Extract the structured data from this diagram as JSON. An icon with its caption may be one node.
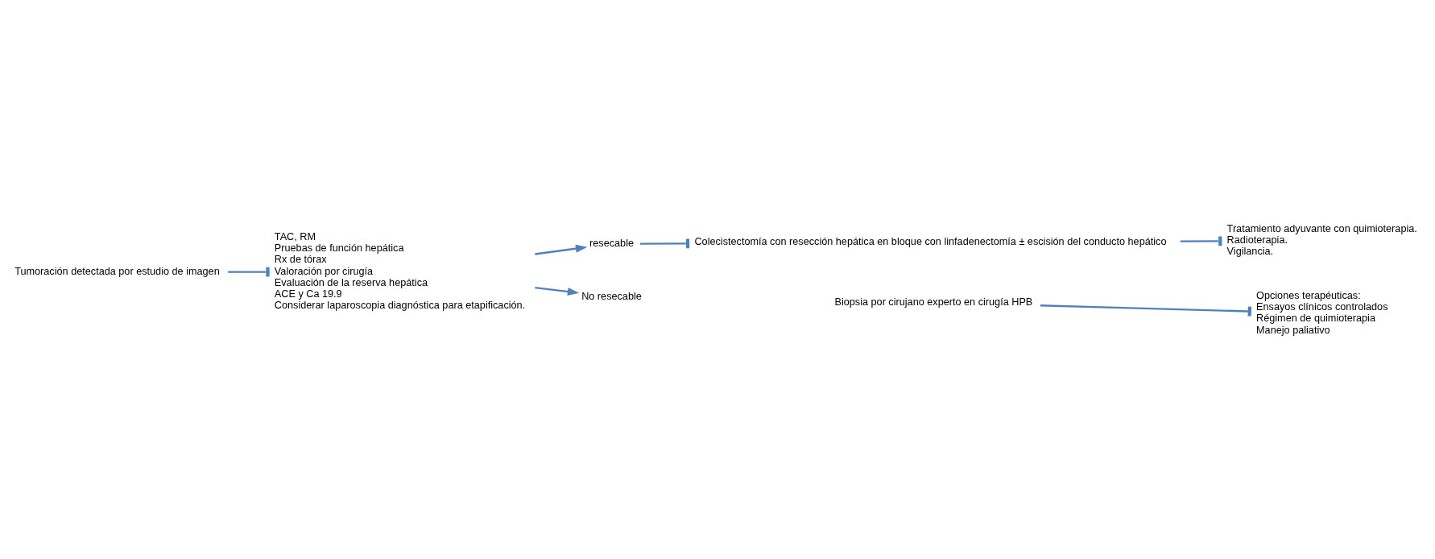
{
  "diagram": {
    "nodes": [
      {
        "text": [
          "Tumoración detectada por estudio de imagen"
        ]
      },
      {
        "text": [
          "TAC, RM",
          "Pruebas de función hepática",
          "Rx de tórax",
          "Valoración por cirugía",
          "Evaluación de la reserva hepática",
          "ACE y Ca 19.9",
          "Considerar laparoscopia diagnóstica para etapificación."
        ]
      },
      {
        "text": [
          "resecable"
        ]
      },
      {
        "text": [
          "Colecistectomía con resección hepática en bloque con linfadenectomía ± escisión del conducto hepático"
        ]
      },
      {
        "text": [
          "Tratamiento adyuvante con quimioterapia.",
          "Radioterapia.",
          "Vigilancia."
        ]
      },
      {
        "text": [
          "No resecable"
        ]
      },
      {
        "text": [
          "Biopsia por cirujano experto en cirugía HPB"
        ]
      },
      {
        "text": [
          "Opciones terapéuticas:",
          "Ensayos clínicos controlados",
          "Régimen de quimioterapia",
          "Manejo paliativo"
        ]
      }
    ],
    "edges": [
      {
        "from": 0,
        "to": 1,
        "arrow": "other"
      },
      {
        "from": 1,
        "to": 2,
        "arrow": "to"
      },
      {
        "from": 1,
        "to": 5,
        "arrow": "to"
      },
      {
        "from": 2,
        "to": 3,
        "arrow": "other"
      },
      {
        "from": 3,
        "to": 4,
        "arrow": "other"
      },
      {
        "from": 6,
        "to": 7,
        "arrow": "other"
      }
    ]
  }
}
